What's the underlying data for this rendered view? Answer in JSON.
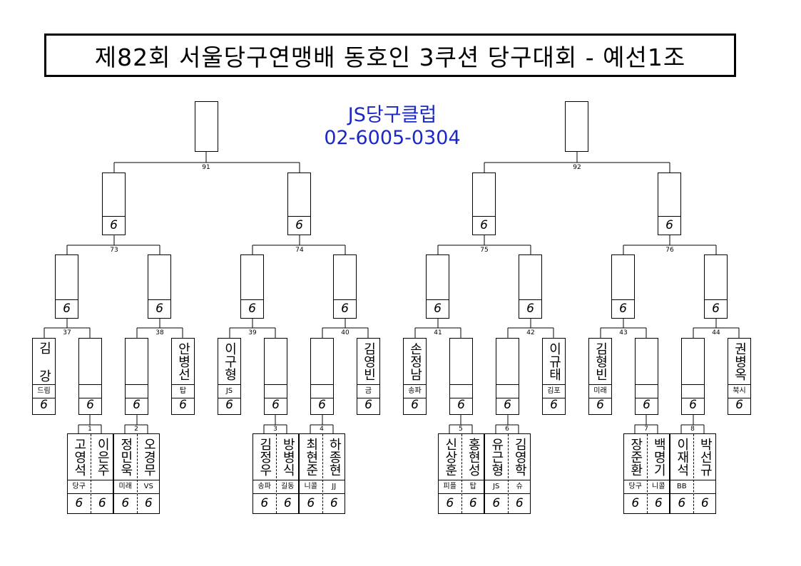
{
  "title": "제82회 서울당구연맹배 동호인 3쿠션 당구대회 - 예선1조",
  "club": {
    "name": "JS당구클럽",
    "phone": "02-6005-0304"
  },
  "score_glyph": "6",
  "match_numbers": {
    "m91": "91",
    "m92": "92",
    "m73": "73",
    "m74": "74",
    "m75": "75",
    "m76": "76",
    "m37": "37",
    "m38": "38",
    "m39": "39",
    "m40": "40",
    "m41": "41",
    "m42": "42",
    "m43": "43",
    "m44": "44",
    "m1": "1",
    "m2": "2",
    "m3": "3",
    "m4": "4",
    "m5": "5",
    "m6": "6",
    "m7": "7",
    "m8": "8"
  },
  "seeds": [
    {
      "name": "김 강",
      "club": "드림"
    },
    {
      "name": "안병선",
      "club": "탑"
    },
    {
      "name": "이구형",
      "club": "JS"
    },
    {
      "name": "김영빈",
      "club": "금"
    },
    {
      "name": "손정남",
      "club": "송파"
    },
    {
      "name": "이규태",
      "club": "김포"
    },
    {
      "name": "김형빈",
      "club": "미래"
    },
    {
      "name": "권병옥",
      "club": "북시"
    }
  ],
  "first_round": [
    {
      "a": {
        "name": "고영석",
        "club": "당구"
      },
      "b": {
        "name": "이은주",
        "club": ""
      }
    },
    {
      "a": {
        "name": "정민욱",
        "club": "미래"
      },
      "b": {
        "name": "오경무",
        "club": "VS"
      }
    },
    {
      "a": {
        "name": "김정우",
        "club": "송파"
      },
      "b": {
        "name": "방병식",
        "club": "길동"
      }
    },
    {
      "a": {
        "name": "최현준",
        "club": "니콜"
      },
      "b": {
        "name": "하종현",
        "club": "JJ"
      }
    },
    {
      "a": {
        "name": "신상훈",
        "club": "피플"
      },
      "b": {
        "name": "홍현성",
        "club": "탑"
      }
    },
    {
      "a": {
        "name": "유근형",
        "club": "JS"
      },
      "b": {
        "name": "김영학",
        "club": "슈"
      }
    },
    {
      "a": {
        "name": "장준환",
        "club": "당구"
      },
      "b": {
        "name": "백명기",
        "club": "니콜"
      }
    },
    {
      "a": {
        "name": "이재석",
        "club": "BB"
      },
      "b": {
        "name": "박선규",
        "club": ""
      }
    }
  ]
}
